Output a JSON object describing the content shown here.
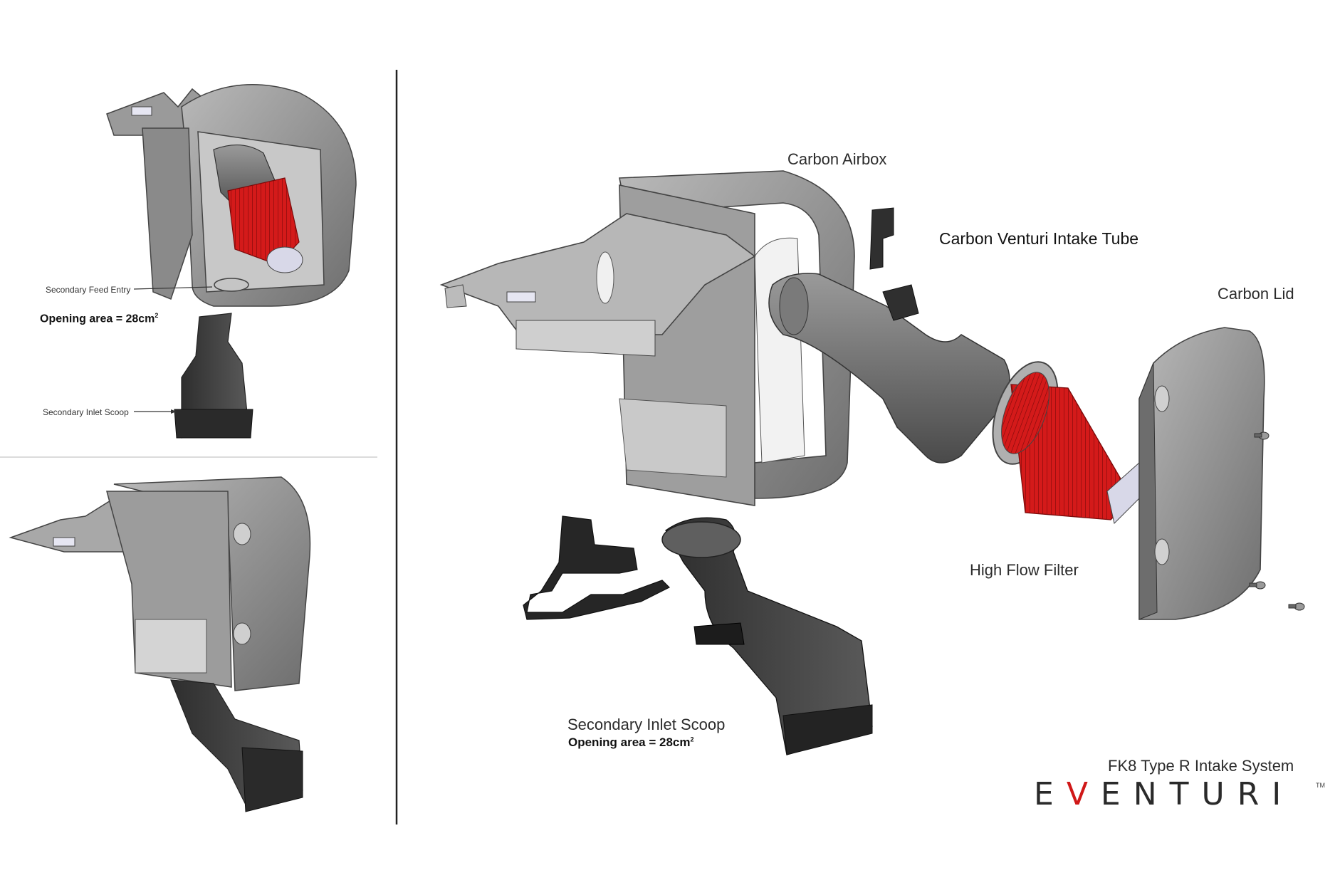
{
  "labels": {
    "secondary_feed_entry": "Secondary Feed Entry",
    "opening_area_left": "Opening area = 28cm",
    "opening_area_left_sup": "2",
    "secondary_inlet_scoop_small": "Secondary Inlet Scoop",
    "carbon_airbox": "Carbon Airbox",
    "carbon_venturi_intake_tube": "Carbon Venturi Intake Tube",
    "carbon_lid": "Carbon Lid",
    "high_flow_filter": "High Flow Filter",
    "secondary_inlet_scoop": "Secondary Inlet Scoop",
    "opening_area_main": "Opening area = 28cm",
    "opening_area_main_sup": "2"
  },
  "branding": {
    "product_title": "FK8 Type R Intake System",
    "logo_prefix": "E",
    "logo_v": "V",
    "logo_suffix": "ENTURI",
    "trademark": "TM"
  },
  "colors": {
    "filter_red": "#d41a1a",
    "logo_red": "#d01818",
    "carbon_dark": "#3a3a3a",
    "carbon_grey": "#8c8c8c"
  }
}
